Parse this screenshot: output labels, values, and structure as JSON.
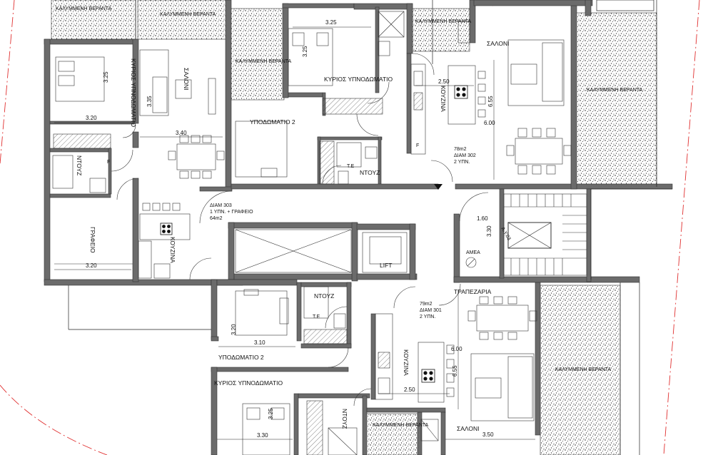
{
  "plan": {
    "labels": {
      "covered_veranda_1": "ΚΑΛΥΜΜΕΝΗ ΒΕΡΑΝΤΑ",
      "covered_veranda_2": "ΚΑΛΥΜΜΕΝΗ ΒΕΡΑΝΤΑ",
      "covered_veranda_3": "ΚΑΛΥΜΜΕΝΗ ΒΕΡΑΝΤΑ",
      "covered_veranda_4": "ΚΑΛΥΜΜΕΝΗ ΒΕΡΑΝΤΑ",
      "covered_veranda_5": "ΚΑΛΥΜΜΕΝΗ ΒΕΡΑΝΤΑ",
      "covered_veranda_6": "ΚΑΛΥΜΜΕΝΗ ΒΕΡΑΝΤΑ",
      "covered_veranda_7": "ΚΑΛΥΜΜΕΝΗ ΒΕΡΑΝΤΑ",
      "master_bedroom_303": "ΚΥΡΙΟΣ ΥΠΝΟΔΩΜΑΤΙΟ",
      "living_303": "ΣΑΛΟΝΙ",
      "shower_303": "ΝΤΟΥΖ",
      "office_303": "ΓΡΑΦΕΙΟ",
      "kitchen_303": "ΚΟΥΖΙΝΑ",
      "master_bedroom_302": "ΚΥΡΙΟΣ ΥΠΝΟΔΩΜΑΤΙΟ",
      "bedroom2_302": "ΥΠΟΔΩΜΑΤΙΟ 2",
      "shower_302": "ΝΤΟΥΖ",
      "te_302": "Τ.Ε",
      "kitchen_302": "ΚΟΥΖΙΝΑ",
      "living_302": "ΣΑΛΟΝΙ",
      "lift": "LIFT",
      "amea": "ΑΜΕΑ",
      "dining_301": "ΤΡΑΠΕΖΑΡΙΑ",
      "shower_301": "ΝΤΟΥΖ",
      "te_301": "Τ.Ε",
      "bedroom2_301": "ΥΠΟΔΩΜΑΤΙΟ 2",
      "master_bedroom_301": "ΚΥΡΙΟΣ ΥΠΝΟΔΩΜΑΤΙΟ",
      "kitchen_301": "ΚΟΥΖΙΝΑ",
      "living_301": "ΣΑΛΟΝΙ",
      "shower2_301": "ΝΤΟΥΖ"
    },
    "apartments": {
      "a303": {
        "area": "64m2",
        "name": "ΔΙΑΜ 303",
        "desc": "1 ΥΠΝ. + ΓΡΑΦΕΙΟ"
      },
      "a302": {
        "area": "78m2",
        "name": "ΔΙΑΜ 302",
        "desc": "2 ΥΠΝ."
      },
      "a301": {
        "area": "79m2",
        "name": "ΔΙΑΜ 301",
        "desc": "2 ΥΠΝ."
      }
    },
    "dims": {
      "d_325_a": "3.25",
      "d_320_a": "3.20",
      "d_335": "3.35",
      "d_340": "3.40",
      "d_320_b": "3.20",
      "d_325_b": "3.25",
      "d_325_c": "3.25",
      "d_250_a": "2.50",
      "d_655_a": "6.55",
      "d_600_a": "6.00",
      "d_160": "1.60",
      "d_330": "3.30",
      "d_320_c": "3.20",
      "d_310": "3.10",
      "d_600_b": "6.00",
      "d_655_b": "6.55",
      "d_250_b": "2.50",
      "d_325_d": "3.25",
      "d_330_b": "3.30",
      "d_350": "3.50"
    },
    "stair_label": "Α.Υ.03",
    "fridge_1": "F",
    "fridge_2": "F",
    "colors": {
      "wall": "#6b6b6b",
      "line": "#222222",
      "red_boundary": "#e03030"
    }
  }
}
